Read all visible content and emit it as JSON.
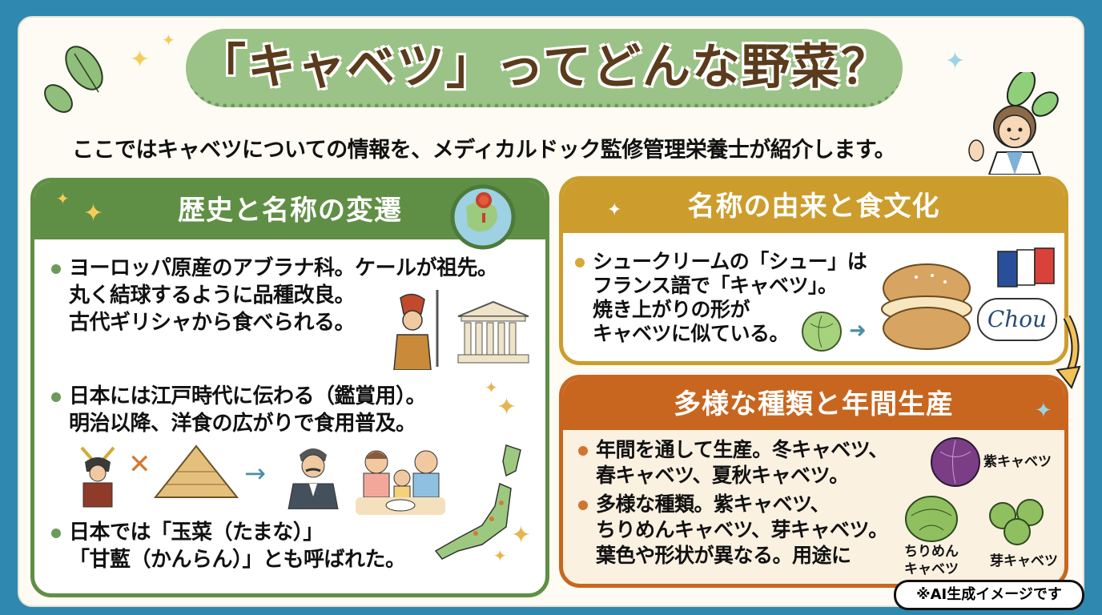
{
  "header": {
    "title": "「キャベツ」ってどんな野菜？",
    "subtitle": "ここではキャベツについての情報を、メディカルドック監修管理栄養士が紹介します。"
  },
  "panels": [
    {
      "heading": "歴史と名称の変遷",
      "color": "#5f8f45",
      "bullets": [
        {
          "lines": [
            "ヨーロッパ原産のアブラナ科。ケールが祖先。",
            "丸く結球するように品種改良。",
            "古代ギリシャから食べられる。"
          ]
        },
        {
          "lines": [
            "日本には江戸時代に伝わる（鑑賞用）。",
            "明治以降、洋食の広がりで食用普及。"
          ]
        },
        {
          "lines": [
            "日本では「玉菜（たまな）」",
            "「甘藍（かんらん）」とも呼ばれた。"
          ]
        }
      ],
      "illustrations": [
        "globe-europe",
        "greek-warrior",
        "parthenon",
        "samurai",
        "pyramid",
        "meiji-gentleman",
        "family-meal",
        "japan-map"
      ]
    },
    {
      "heading": "名称の由来と食文化",
      "color": "#cc9d2c",
      "bullets": [
        {
          "lines": [
            "シュークリームの「シュー」は",
            "フランス語で「キャベツ」。",
            "焼き上がりの形が",
            "キャベツに似ている。"
          ]
        }
      ],
      "illustrations": [
        "cabbage",
        "cream-puff",
        "france-flag"
      ],
      "speech_bubble": "Chou"
    },
    {
      "heading": "多様な種類と年間生産",
      "color": "#c8661f",
      "bullets": [
        {
          "lines": [
            "年間を通して生産。冬キャベツ、",
            "春キャベツ、夏秋キャベツ。"
          ]
        },
        {
          "lines": [
            "多様な種類。紫キャベツ、",
            "ちりめんキャベツ、芽キャベツ。",
            "葉色や形状が異なる。用途に"
          ]
        }
      ],
      "varieties": [
        {
          "label": "紫キャベツ",
          "color": "#7a3d86"
        },
        {
          "label": "ちりめん\nキャベツ",
          "label_lines": [
            "ちりめん",
            "キャベツ"
          ],
          "color": "#8fbf5f"
        },
        {
          "label": "芽キャベツ",
          "color": "#8fbf5f"
        }
      ]
    }
  ],
  "badge": "※AI生成イメージです",
  "colors": {
    "background": "#2f88b0",
    "card": "#fdfbf3",
    "title_pill": "#9cc387",
    "title_text": "#5a3b1c",
    "flag_blue": "#2a4f9a",
    "flag_red": "#d9423a"
  }
}
